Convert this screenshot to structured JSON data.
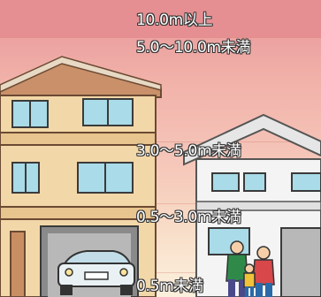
{
  "depth_labels": [
    {
      "id": "level-10m-plus",
      "text": "10.0m以上"
    },
    {
      "id": "level-5-10m",
      "text": "5.0〜10.0m未満"
    },
    {
      "id": "level-3-5m",
      "text": "3.0〜5.0m未満"
    },
    {
      "id": "level-05-3m",
      "text": "0.5〜3.0m未満"
    },
    {
      "id": "level-under-05m",
      "text": "0.5m未満"
    }
  ],
  "colors": {
    "level-10m-plus": "#e68f92",
    "level-5-10m": "#eba1a0",
    "level-3-5m": "#f4bfb4",
    "level-05-3m": "#f8dcc7",
    "level-under-05m": "#fbf0dc"
  },
  "illustrations": [
    "three-story-house-icon",
    "two-story-house-icon",
    "car-icon",
    "family-icon"
  ]
}
